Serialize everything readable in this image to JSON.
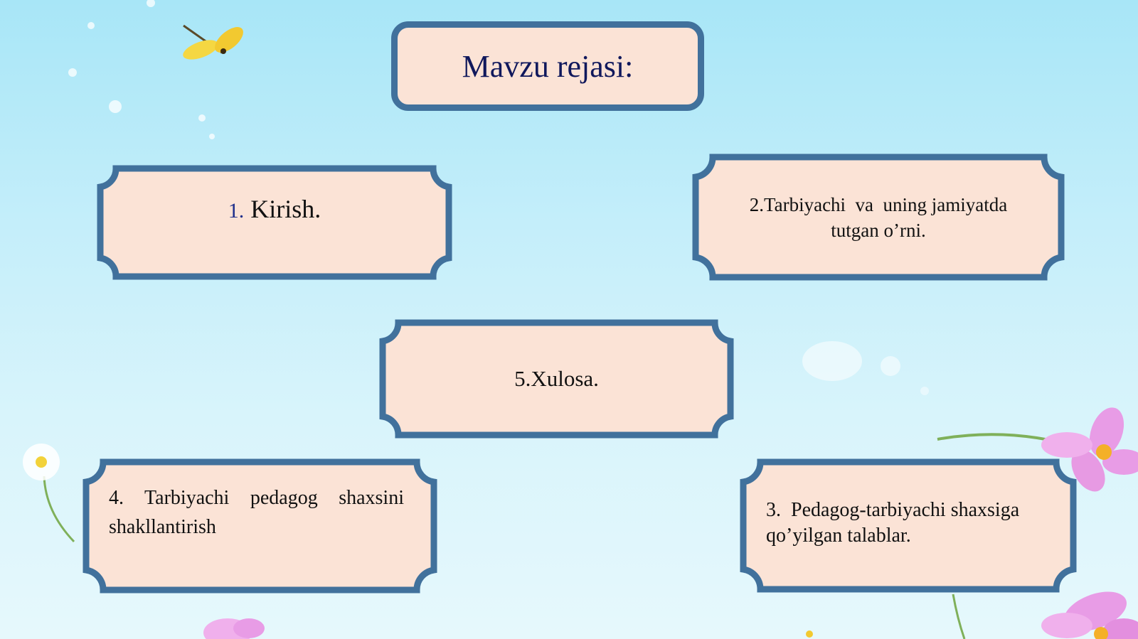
{
  "slide": {
    "title": "Mavzu rejasi:",
    "items": [
      {
        "number": "1.",
        "text": "Kirish."
      },
      {
        "text": "2.Tarbiyachi  va  uning jamiyatda tutgan o’rni."
      },
      {
        "text": "5.Xulosa."
      },
      {
        "text": "4.  Tarbiyachi  pedagog  shaxsini shakllantirish"
      },
      {
        "text": "3.  Pedagog-tarbiyachi shaxsiga qo’yilgan talablar."
      }
    ]
  },
  "colors": {
    "frame": "#41719c",
    "fill": "#fbe3d6",
    "title_text": "#10185c",
    "number_text": "#1f2f8c",
    "body_text": "#111111"
  }
}
